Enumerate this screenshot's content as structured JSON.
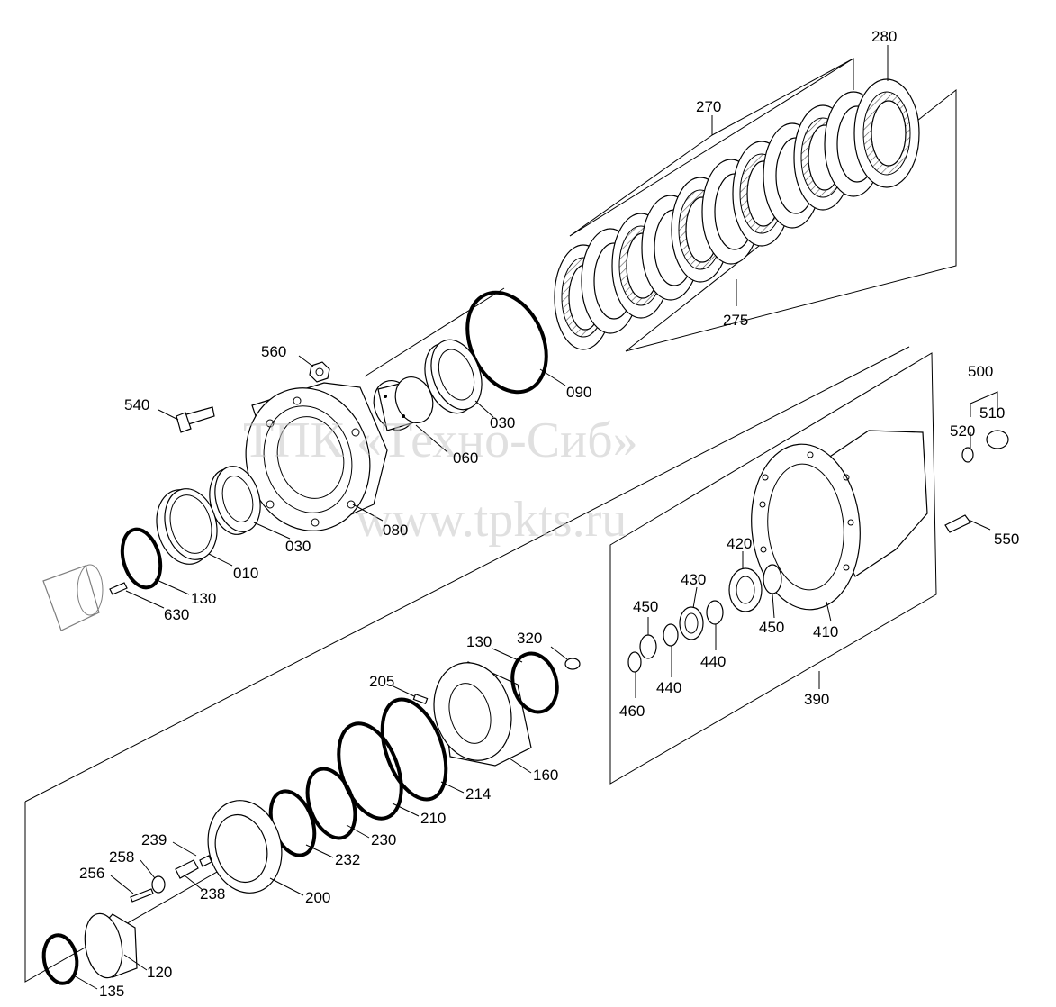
{
  "watermark": {
    "line1": "ТПК «Техно-Сиб»",
    "line2": "www.tpkts.ru"
  },
  "labels": {
    "p280": "280",
    "p270": "270",
    "p275": "275",
    "p090": "090",
    "p030a": "030",
    "p060": "060",
    "p560": "560",
    "p540": "540",
    "p080": "080",
    "p030b": "030",
    "p010": "010",
    "p130a": "130",
    "p630": "630",
    "p500": "500",
    "p510": "510",
    "p520": "520",
    "p550": "550",
    "p420": "420",
    "p430": "430",
    "p450a": "450",
    "p450b": "450",
    "p410": "410",
    "p440a": "440",
    "p440b": "440",
    "p460": "460",
    "p390": "390",
    "p130b": "130",
    "p320": "320",
    "p205": "205",
    "p160": "160",
    "p214": "214",
    "p210": "210",
    "p230": "230",
    "p232": "232",
    "p200": "200",
    "p239": "239",
    "p258": "258",
    "p256": "256",
    "p238": "238",
    "p120": "120",
    "p135": "135"
  }
}
